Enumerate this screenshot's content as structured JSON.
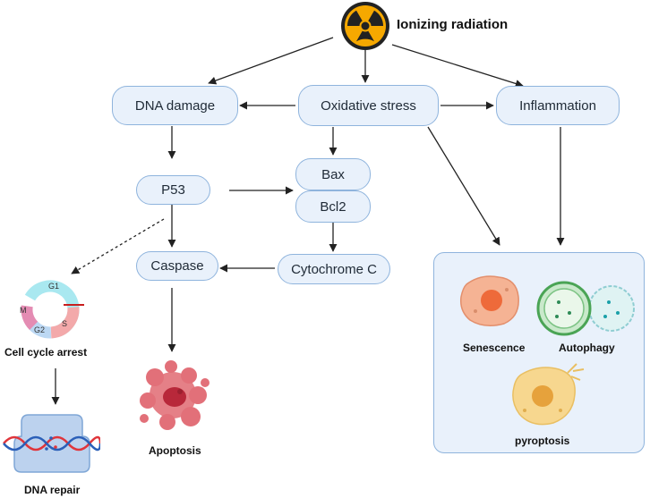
{
  "source": {
    "label": "Ionizing radiation",
    "icon": "radiation-icon"
  },
  "nodes": {
    "dna_damage": "DNA damage",
    "oxidative_stress": "Oxidative stress",
    "inflammation": "Inflammation",
    "p53": "P53",
    "bax": "Bax",
    "bcl2": "Bcl2",
    "cytochrome_c": "Cytochrome C",
    "caspase": "Caspase"
  },
  "outcomes": {
    "cell_cycle_arrest": "Cell cycle arrest",
    "dna_repair": "DNA repair",
    "apoptosis": "Apoptosis",
    "senescence": "Senescence",
    "autophagy": "Autophagy",
    "pyroptosis": "pyroptosis"
  },
  "cell_cycle_phases": {
    "g1": "G1",
    "s": "S",
    "g2": "G2",
    "m": "M"
  },
  "colors": {
    "node_fill": "#e9f1fb",
    "node_border": "#8fb4dd",
    "arrow": "#222222",
    "radiation_yellow": "#f6a800",
    "apoptosis_red": "#d9555c",
    "senescence_orange": "#f0a078",
    "autophagy_green": "#bfe3c3",
    "pyroptosis_yellow": "#f3cf7a"
  }
}
